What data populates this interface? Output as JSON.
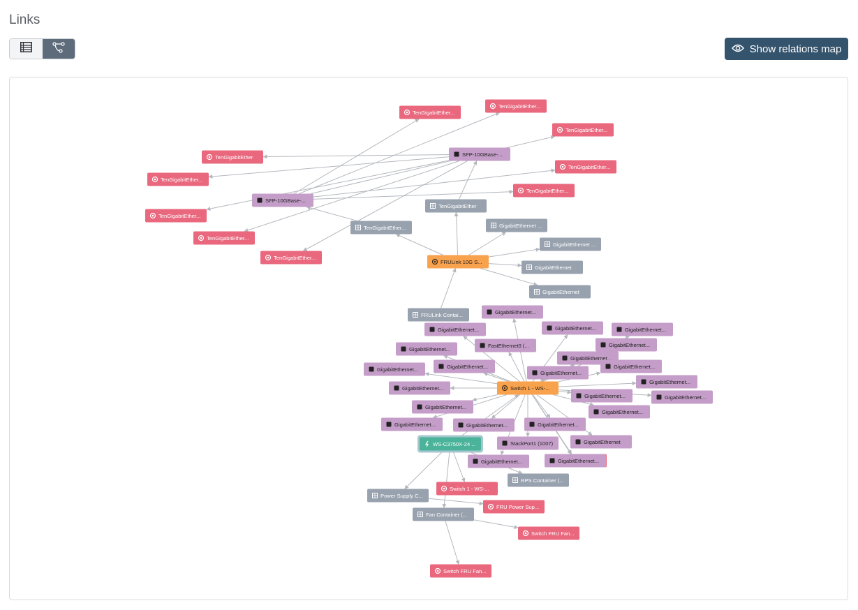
{
  "page": {
    "title": "Links",
    "show_map_label": "Show relations map",
    "view_toggle": {
      "list_icon": "list-view-icon",
      "graph_icon": "graph-view-icon"
    }
  },
  "colors": {
    "red": "#e9687e",
    "purple": "#c59dc9",
    "gray": "#98a1ae",
    "orange": "#f9a24d",
    "green": "#4ab39a",
    "edge": "#b4b8be",
    "primary": "#34536c"
  },
  "graph": {
    "nodes": [
      {
        "id": "n1",
        "label": "TenGigabitEther...",
        "type": "red",
        "icon": "interface-icon"
      },
      {
        "id": "n2",
        "label": "TenGigabitEther...",
        "type": "red",
        "icon": "interface-icon"
      },
      {
        "id": "n3",
        "label": "TenGigabitEther...",
        "type": "red",
        "icon": "interface-icon"
      },
      {
        "id": "n4",
        "label": "SFP-10GBase-...",
        "type": "purple",
        "icon": "chip-icon"
      },
      {
        "id": "n5",
        "label": "TenGigabitEther...",
        "type": "red",
        "icon": "interface-icon"
      },
      {
        "id": "n6",
        "label": "TenGigabitEther...",
        "type": "red",
        "icon": "interface-icon"
      },
      {
        "id": "n7",
        "label": "TenGigabitEther",
        "type": "red",
        "icon": "interface-icon"
      },
      {
        "id": "n8",
        "label": "TenGigabitEther...",
        "type": "red",
        "icon": "interface-icon"
      },
      {
        "id": "n9",
        "label": "TenGigabitEther...",
        "type": "red",
        "icon": "interface-icon"
      },
      {
        "id": "n10",
        "label": "SFP-10GBase-...",
        "type": "purple",
        "icon": "chip-icon"
      },
      {
        "id": "n11",
        "label": "TenGigabitEther...",
        "type": "red",
        "icon": "interface-icon"
      },
      {
        "id": "n12",
        "label": "TenGigabitEther...",
        "type": "red",
        "icon": "interface-icon"
      },
      {
        "id": "n13",
        "label": "TenGigabitEther...",
        "type": "red",
        "icon": "interface-icon"
      },
      {
        "id": "n14",
        "label": "TenGigabitEther",
        "type": "gray",
        "icon": "container-icon"
      },
      {
        "id": "n15",
        "label": "TenGigabitEther...",
        "type": "gray",
        "icon": "container-icon"
      },
      {
        "id": "n16",
        "label": "GigabitEthernet ...",
        "type": "gray",
        "icon": "container-icon"
      },
      {
        "id": "n17",
        "label": "GigabitEthernet ...",
        "type": "gray",
        "icon": "container-icon"
      },
      {
        "id": "n18",
        "label": "FRULink 10G S...",
        "type": "orange",
        "icon": "module-icon"
      },
      {
        "id": "n19",
        "label": "GigabitEthernet",
        "type": "gray",
        "icon": "container-icon"
      },
      {
        "id": "n20",
        "label": "GigabitEthernet",
        "type": "gray",
        "icon": "container-icon"
      },
      {
        "id": "n21",
        "label": "FRULink Contai...",
        "type": "gray",
        "icon": "container-icon"
      },
      {
        "id": "n22",
        "label": "GigabitEthernet...",
        "type": "purple",
        "icon": "chip-icon"
      },
      {
        "id": "n23",
        "label": "GigabitEthernet...",
        "type": "purple",
        "icon": "chip-icon"
      },
      {
        "id": "n24",
        "label": "GigabitEthernet...",
        "type": "purple",
        "icon": "chip-icon"
      },
      {
        "id": "n25",
        "label": "GigabitEthernet...",
        "type": "purple",
        "icon": "chip-icon"
      },
      {
        "id": "n26",
        "label": "GigabitEthernet...",
        "type": "purple",
        "icon": "chip-icon"
      },
      {
        "id": "n27",
        "label": "FastEthernet0 (...",
        "type": "purple",
        "icon": "chip-icon"
      },
      {
        "id": "n28",
        "label": "GigabitEthernet...",
        "type": "purple",
        "icon": "chip-icon"
      },
      {
        "id": "n29",
        "label": "GigabitEthernet...",
        "type": "purple",
        "icon": "chip-icon"
      },
      {
        "id": "n30",
        "label": "GigabitEthernet...",
        "type": "purple",
        "icon": "chip-icon"
      },
      {
        "id": "n31",
        "label": "GigabitEthernet...",
        "type": "purple",
        "icon": "chip-icon"
      },
      {
        "id": "n32",
        "label": "GigabitEthernet...",
        "type": "purple",
        "icon": "chip-icon"
      },
      {
        "id": "n33",
        "label": "GigabitEthernet...",
        "type": "purple",
        "icon": "chip-icon"
      },
      {
        "id": "n34",
        "label": "GigabitEthernet...",
        "type": "purple",
        "icon": "chip-icon"
      },
      {
        "id": "n35",
        "label": "Switch 1 - WS-...",
        "type": "orange",
        "icon": "module-icon"
      },
      {
        "id": "n36",
        "label": "GigabitEthernet...",
        "type": "purple",
        "icon": "chip-icon"
      },
      {
        "id": "n37",
        "label": "GigabitEthernet...",
        "type": "purple",
        "icon": "chip-icon"
      },
      {
        "id": "n38",
        "label": "GigabitEthernet...",
        "type": "purple",
        "icon": "chip-icon"
      },
      {
        "id": "n39",
        "label": "GigabitEthernet...",
        "type": "purple",
        "icon": "chip-icon"
      },
      {
        "id": "n40",
        "label": "GigabitEthernet...",
        "type": "purple",
        "icon": "chip-icon"
      },
      {
        "id": "n41",
        "label": "GigabitEthernet...",
        "type": "purple",
        "icon": "chip-icon"
      },
      {
        "id": "n42",
        "label": "GigabitEthernet...",
        "type": "purple",
        "icon": "chip-icon"
      },
      {
        "id": "n43",
        "label": "GigabitEthernet...",
        "type": "purple",
        "icon": "chip-icon"
      },
      {
        "id": "n44",
        "label": "WS-C3750X-24 ...",
        "type": "green",
        "icon": "power-icon"
      },
      {
        "id": "n45",
        "label": "StackPort1 (1007)",
        "type": "purple",
        "icon": "chip-icon"
      },
      {
        "id": "n46",
        "label": "GigabitEthernet",
        "type": "purple",
        "icon": "chip-icon"
      },
      {
        "id": "n47",
        "label": "GigabitEthernet...",
        "type": "purple",
        "icon": "chip-icon"
      },
      {
        "id": "n48",
        "label": "GigabitEthernet...",
        "type": "purple",
        "icon": "chip-icon"
      },
      {
        "id": "n49",
        "label": "RPS Container (...",
        "type": "gray",
        "icon": "container-icon"
      },
      {
        "id": "n50",
        "label": "Switch 1 - WS-...",
        "type": "red",
        "icon": "interface-icon"
      },
      {
        "id": "n51",
        "label": "Power Supply C...",
        "type": "gray",
        "icon": "container-icon"
      },
      {
        "id": "n52",
        "label": "FRU Power Sup...",
        "type": "red",
        "icon": "interface-icon"
      },
      {
        "id": "n53",
        "label": "Fan Container (...",
        "type": "gray",
        "icon": "container-icon"
      },
      {
        "id": "n54",
        "label": "Switch FRU Fan...",
        "type": "red",
        "icon": "interface-icon"
      },
      {
        "id": "n55",
        "label": "Switch FRU Fan...",
        "type": "red",
        "icon": "interface-icon"
      }
    ],
    "edges": [
      [
        "n4",
        "n1"
      ],
      [
        "n4",
        "n2"
      ],
      [
        "n4",
        "n3"
      ],
      [
        "n4",
        "n5"
      ],
      [
        "n4",
        "n6"
      ],
      [
        "n10",
        "n7"
      ],
      [
        "n10",
        "n8"
      ],
      [
        "n10",
        "n9"
      ],
      [
        "n10",
        "n11"
      ],
      [
        "n10",
        "n12"
      ],
      [
        "n14",
        "n10"
      ],
      [
        "n15",
        "n4"
      ],
      [
        "n18",
        "n14"
      ],
      [
        "n18",
        "n15"
      ],
      [
        "n18",
        "n16"
      ],
      [
        "n18",
        "n17"
      ],
      [
        "n18",
        "n19"
      ],
      [
        "n18",
        "n20"
      ],
      [
        "n21",
        "n18"
      ],
      [
        "n35",
        "n22"
      ],
      [
        "n35",
        "n23"
      ],
      [
        "n35",
        "n24"
      ],
      [
        "n35",
        "n25"
      ],
      [
        "n35",
        "n26"
      ],
      [
        "n35",
        "n27"
      ],
      [
        "n35",
        "n28"
      ],
      [
        "n35",
        "n29"
      ],
      [
        "n35",
        "n30"
      ],
      [
        "n35",
        "n31"
      ],
      [
        "n35",
        "n32"
      ],
      [
        "n35",
        "n33"
      ],
      [
        "n35",
        "n34"
      ],
      [
        "n35",
        "n36"
      ],
      [
        "n35",
        "n37"
      ],
      [
        "n35",
        "n38"
      ],
      [
        "n35",
        "n39"
      ],
      [
        "n35",
        "n40"
      ],
      [
        "n35",
        "n41"
      ],
      [
        "n35",
        "n42"
      ],
      [
        "n35",
        "n43"
      ],
      [
        "n35",
        "n45"
      ],
      [
        "n35",
        "n46"
      ],
      [
        "n35",
        "n47"
      ],
      [
        "n35",
        "n48"
      ],
      [
        "n35",
        "n13"
      ],
      [
        "n44",
        "n35"
      ],
      [
        "n44",
        "n49"
      ],
      [
        "n44",
        "n50"
      ],
      [
        "n44",
        "n51"
      ],
      [
        "n44",
        "n53"
      ],
      [
        "n51",
        "n52"
      ],
      [
        "n53",
        "n54"
      ],
      [
        "n53",
        "n55"
      ]
    ]
  }
}
